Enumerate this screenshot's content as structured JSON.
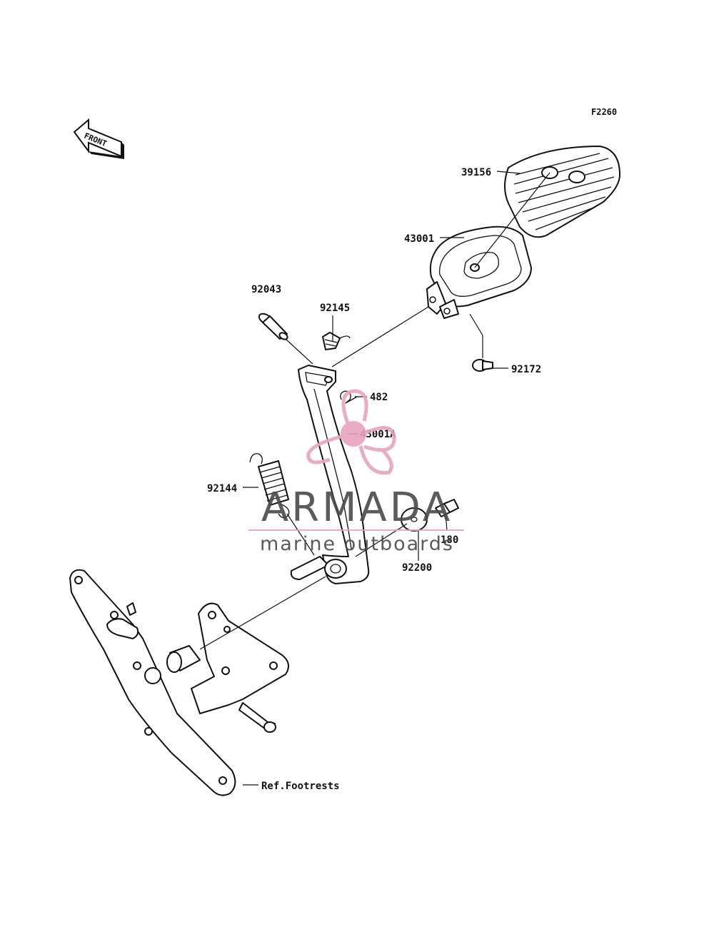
{
  "diagram": {
    "code": "F2260",
    "front_arrow_text": "FRONT",
    "parts": {
      "p39156": "39156",
      "p43001": "43001",
      "p92043": "92043",
      "p92145": "92145",
      "p92172": "92172",
      "p482": "482",
      "p43001A": "43001A",
      "p92144": "92144",
      "p180": "180",
      "p92200": "92200",
      "ref_footrests": "Ref.Footrests"
    }
  },
  "watermark": {
    "brand": "ARMADA",
    "tagline": "marine outboards",
    "colors": {
      "logo_pink": "#e8a3bf",
      "text_gray": "#4a4a4a",
      "line_pink": "#e8a3bf"
    }
  }
}
